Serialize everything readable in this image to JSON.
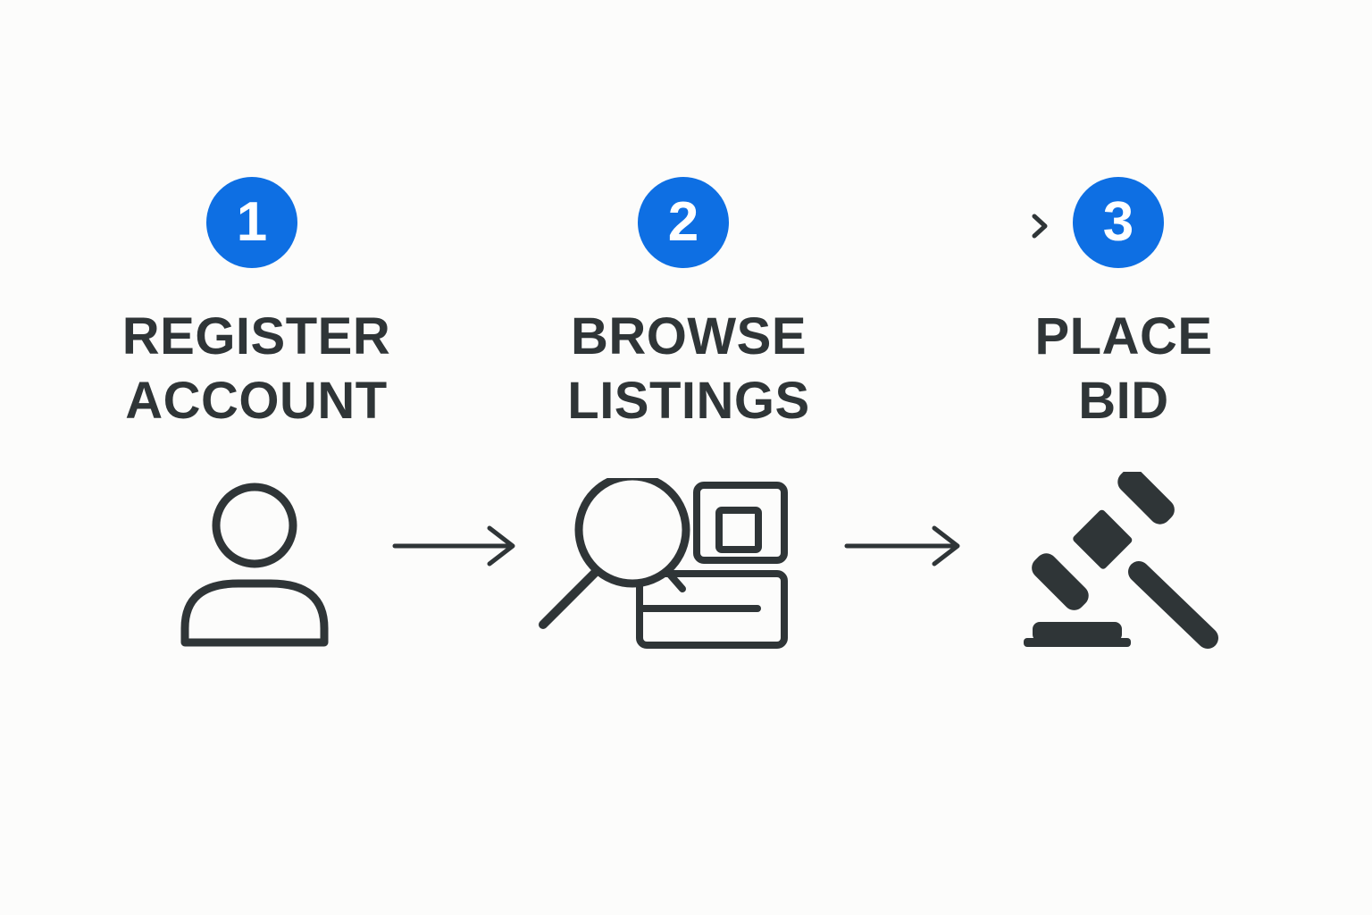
{
  "colors": {
    "accent": "#0e6fe3",
    "ink": "#2f3537",
    "background": "#fcfcfb"
  },
  "steps": [
    {
      "number": "1",
      "title_line1": "REGISTER",
      "title_line2": "ACCOUNT",
      "icon": "user-icon"
    },
    {
      "number": "2",
      "title_line1": "BROWSE",
      "title_line2": "LISTINGS",
      "icon": "search-listings-icon"
    },
    {
      "number": "3",
      "title_line1": "PLACE",
      "title_line2": "BID",
      "icon": "gavel-icon"
    }
  ],
  "connectors": [
    {
      "from": "1",
      "to": "2",
      "icon": "arrow-right-icon"
    },
    {
      "from": "2",
      "to": "3",
      "icon": "arrow-right-icon"
    }
  ],
  "badge_pointer_icon": "chevron-right-icon"
}
